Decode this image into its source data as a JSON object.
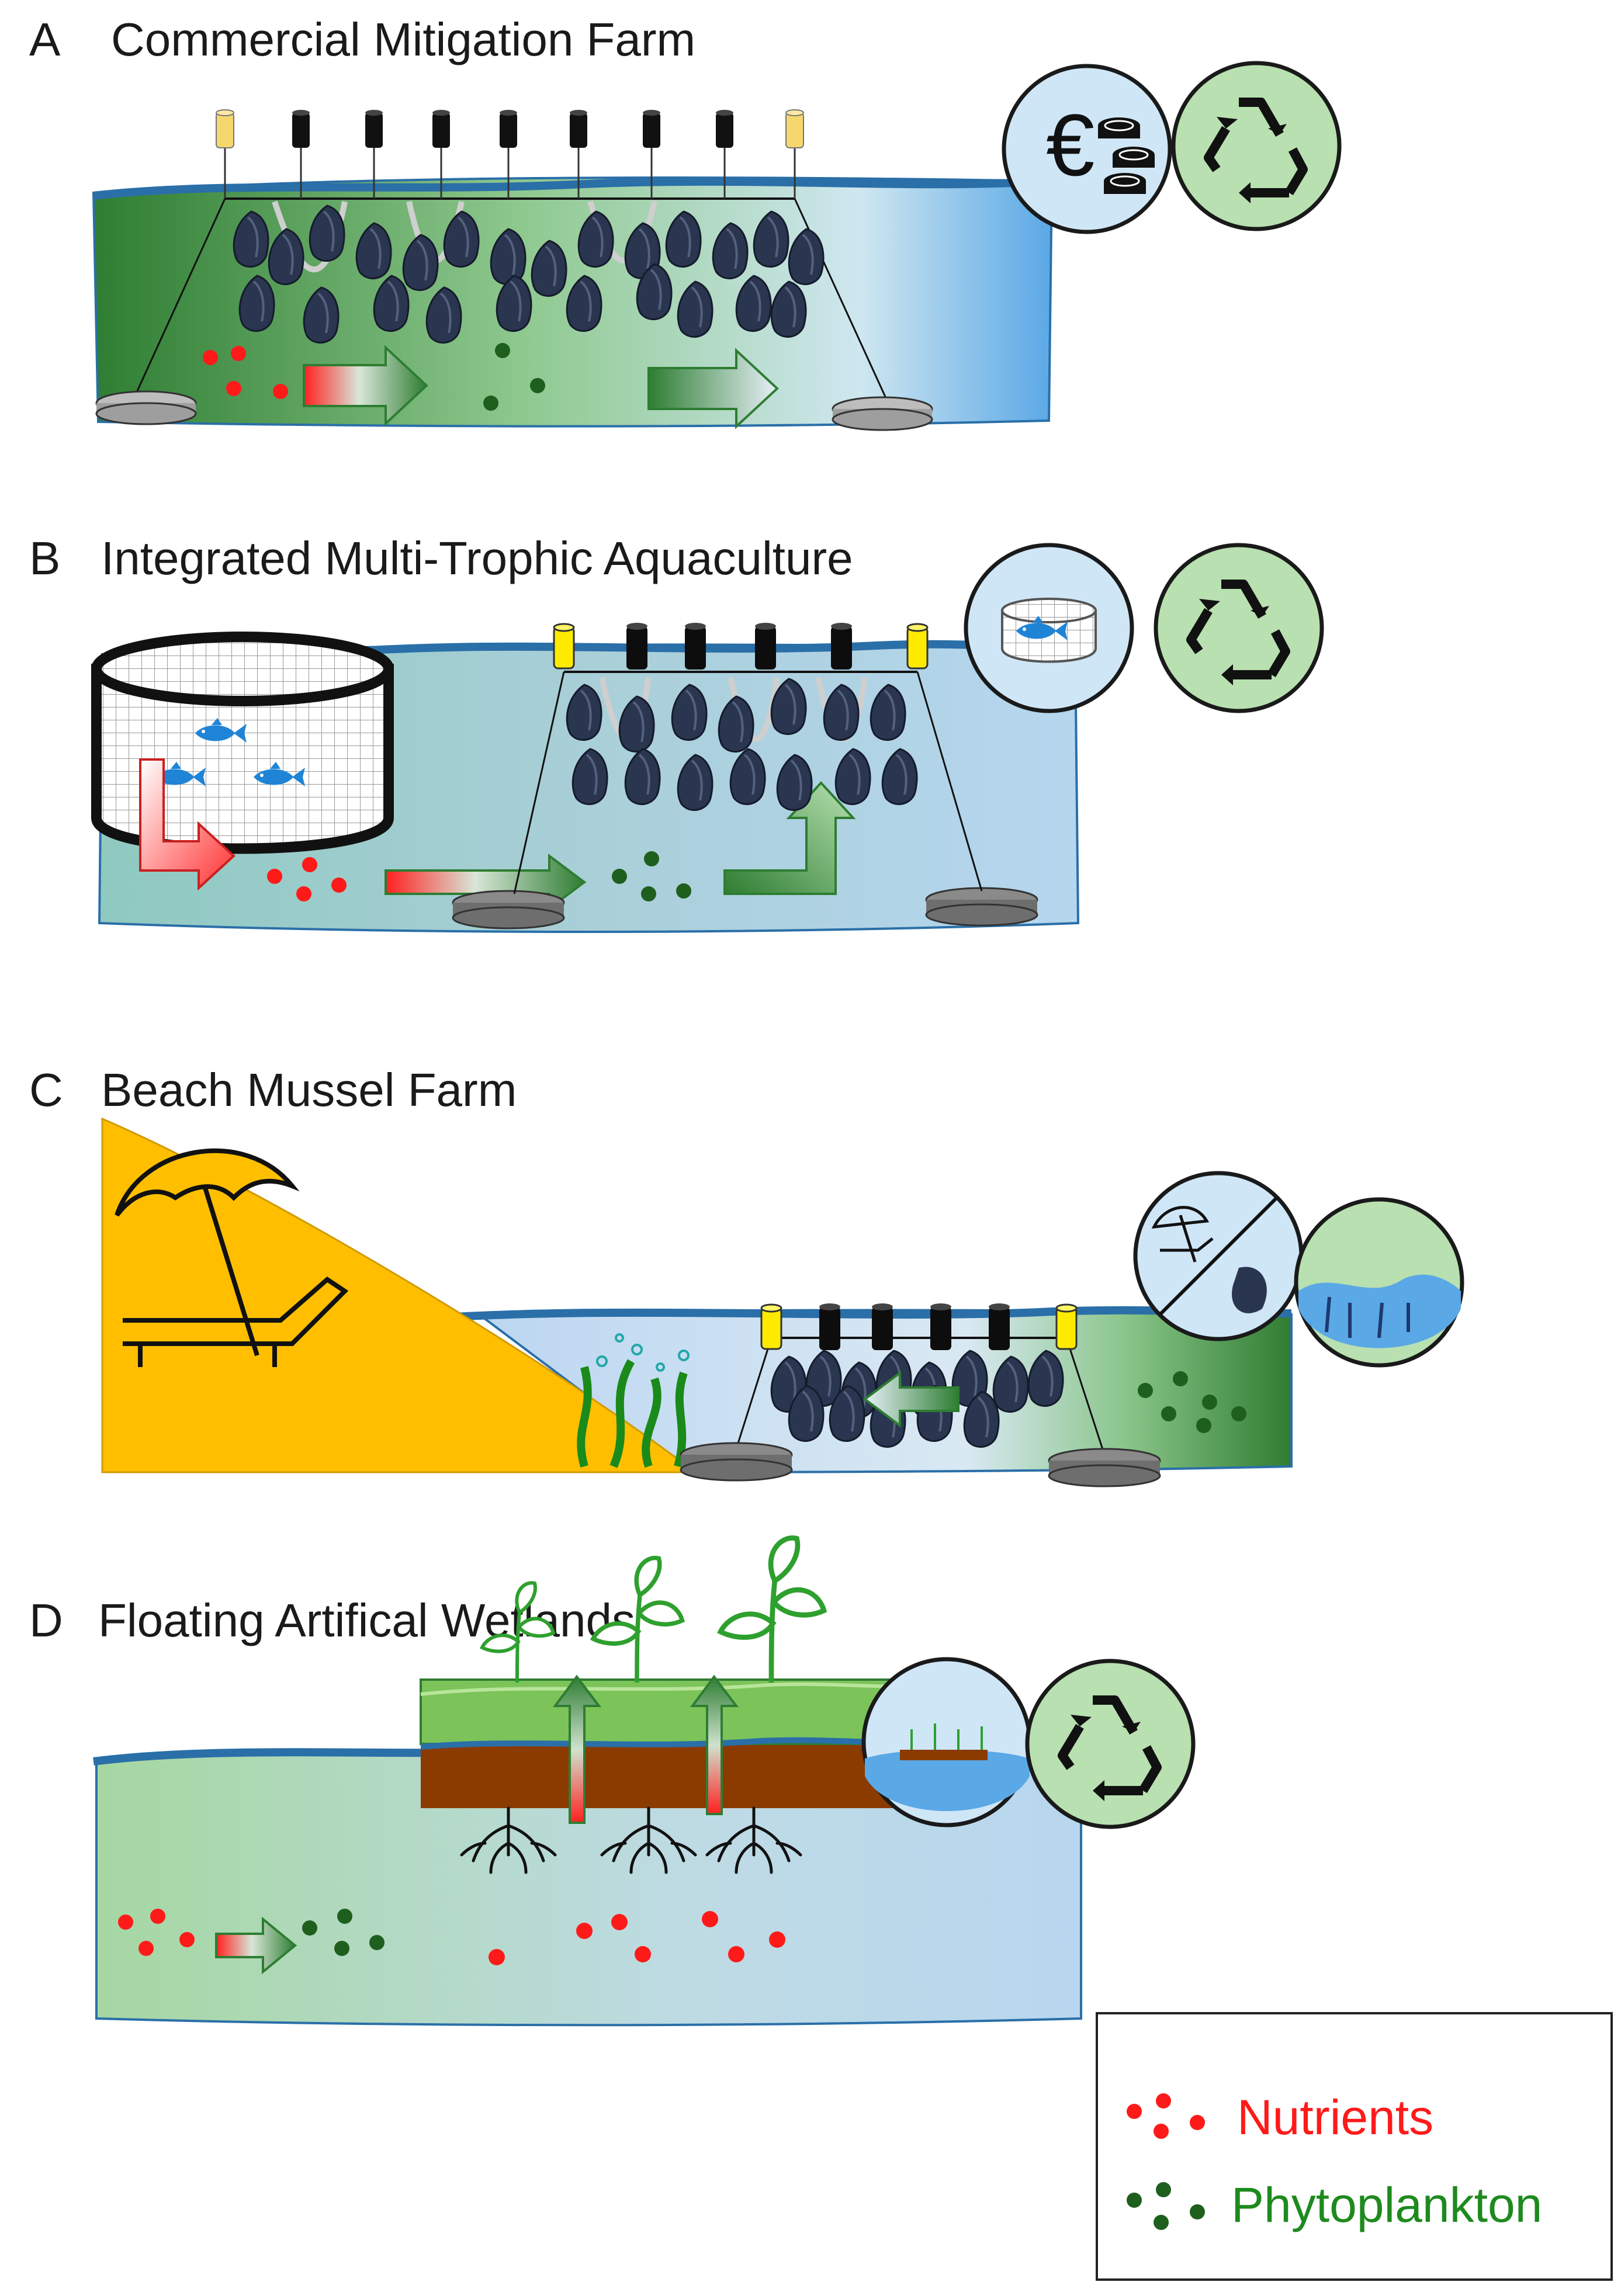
{
  "panels": {
    "a": {
      "letter": "A",
      "title": "Commercial Mitigation Farm",
      "icons": [
        "euro-coins-icon",
        "recycle-icon"
      ]
    },
    "b": {
      "letter": "B",
      "title": "Integrated Multi-Trophic Aquaculture",
      "icons": [
        "fish-cage-icon",
        "recycle-icon"
      ]
    },
    "c": {
      "letter": "C",
      "title": "Beach Mussel Farm",
      "icons": [
        "beach-vs-mussel-icon",
        "seagrass-icon"
      ]
    },
    "d": {
      "letter": "D",
      "title": "Floating Artifical Wetlands",
      "icons": [
        "floating-wetland-icon",
        "recycle-icon"
      ]
    }
  },
  "legend": {
    "nutrients": "Nutrients",
    "phytoplankton": "Phytoplankton"
  },
  "colors": {
    "nutrients": "#ff1a1a",
    "phytoplankton": "#1e5f1e",
    "water_surface": "#2a6fa8",
    "sand": "#ffbf00",
    "soil": "#8b3a00",
    "mussel": "#2a3550",
    "buoy_end": "#f5d76e",
    "buoy": "#111111"
  }
}
